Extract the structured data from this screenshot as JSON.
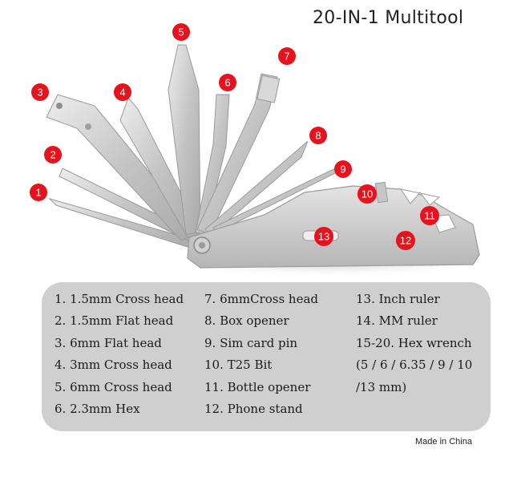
{
  "title": "20-IN-1  Multitool",
  "badges": [
    "1",
    "2",
    "3",
    "4",
    "5",
    "6",
    "7",
    "8",
    "9",
    "10",
    "11",
    "12",
    "13"
  ],
  "specs": {
    "col1": [
      "1.  1.5mm Cross head",
      "2.  1.5mm Flat head",
      "3.  6mm Flat head",
      "4.  3mm Cross head",
      "5.  6mm Cross head",
      "6.  2.3mm Hex"
    ],
    "col2": [
      "7.  6mmCross head",
      "8.  Box opener",
      "9.  Sim card pin",
      "10. T25 Bit",
      "11. Bottle opener",
      "12.  Phone stand"
    ],
    "col3": [
      "13. Inch ruler",
      "14. MM ruler",
      "15-20.  Hex wrench",
      "(5 / 6 / 6.35 / 9 / 10",
      "/13 mm)"
    ]
  },
  "footer": "Made in China",
  "colors": {
    "badge": "#e8121c",
    "card": "#cfcfcf",
    "steel": "#c9c9c9"
  }
}
